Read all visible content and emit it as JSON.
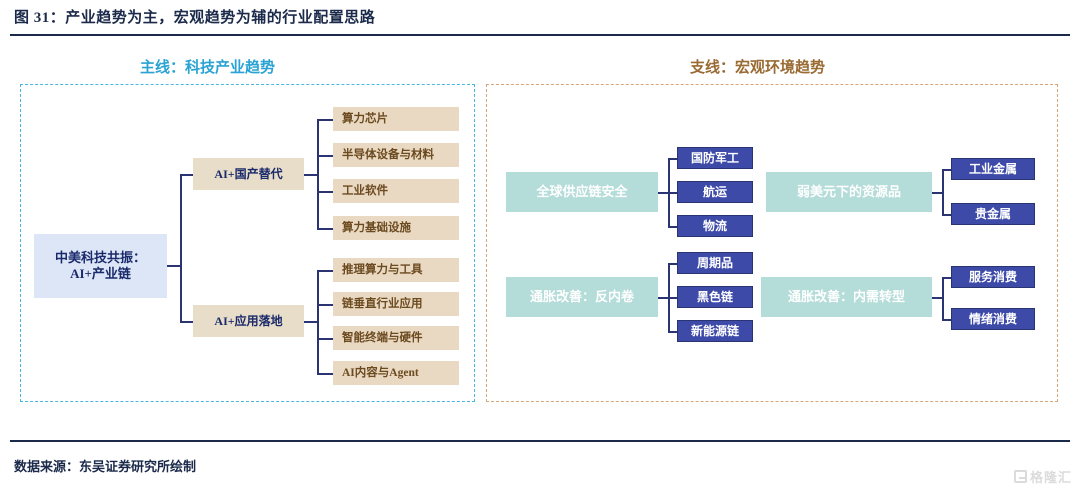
{
  "figure": {
    "title": "图 31：产业趋势为主，宏观趋势为辅的行业配置思路",
    "source": "数据来源：东吴证券研究所绘制",
    "watermark": "格隆汇"
  },
  "colors": {
    "title_text": "#1b2a4a",
    "left_caption": "#2aa3d4",
    "right_caption": "#9a6a33",
    "left_panel_border": "#49b6de",
    "right_panel_border": "#d6a578",
    "root_fill": "#dce6f7",
    "beige_fill": "#e8ddc8",
    "leaf_fill": "#ead9c2",
    "teal_fill": "#b4dcd9",
    "navy_fill": "#3d4aa8",
    "connector": "#2b3472"
  },
  "left_panel": {
    "caption": "主线：科技产业趋势",
    "root": "中美科技共振：\nAI+产业链",
    "branches": [
      {
        "label": "AI+国产替代",
        "leaves": [
          "算力芯片",
          "半导体设备与材料",
          "工业软件",
          "算力基础设施"
        ]
      },
      {
        "label": "AI+应用落地",
        "leaves": [
          "推理算力与工具",
          "链垂直行业应用",
          "智能终端与硬件",
          "AI内容与Agent"
        ]
      }
    ]
  },
  "right_panel": {
    "caption": "支线：宏观环境趋势",
    "groups": [
      {
        "primary": "全球供应链安全",
        "primary_children": [
          "国防军工",
          "航运",
          "物流"
        ],
        "secondary": "弱美元下的资源品",
        "secondary_children": [
          "工业金属",
          "贵金属"
        ]
      },
      {
        "primary": "通胀改善：反内卷",
        "primary_children": [
          "周期品",
          "黑色链",
          "新能源链"
        ],
        "secondary": "通胀改善：内需转型",
        "secondary_children": [
          "服务消费",
          "情绪消费"
        ]
      }
    ]
  }
}
